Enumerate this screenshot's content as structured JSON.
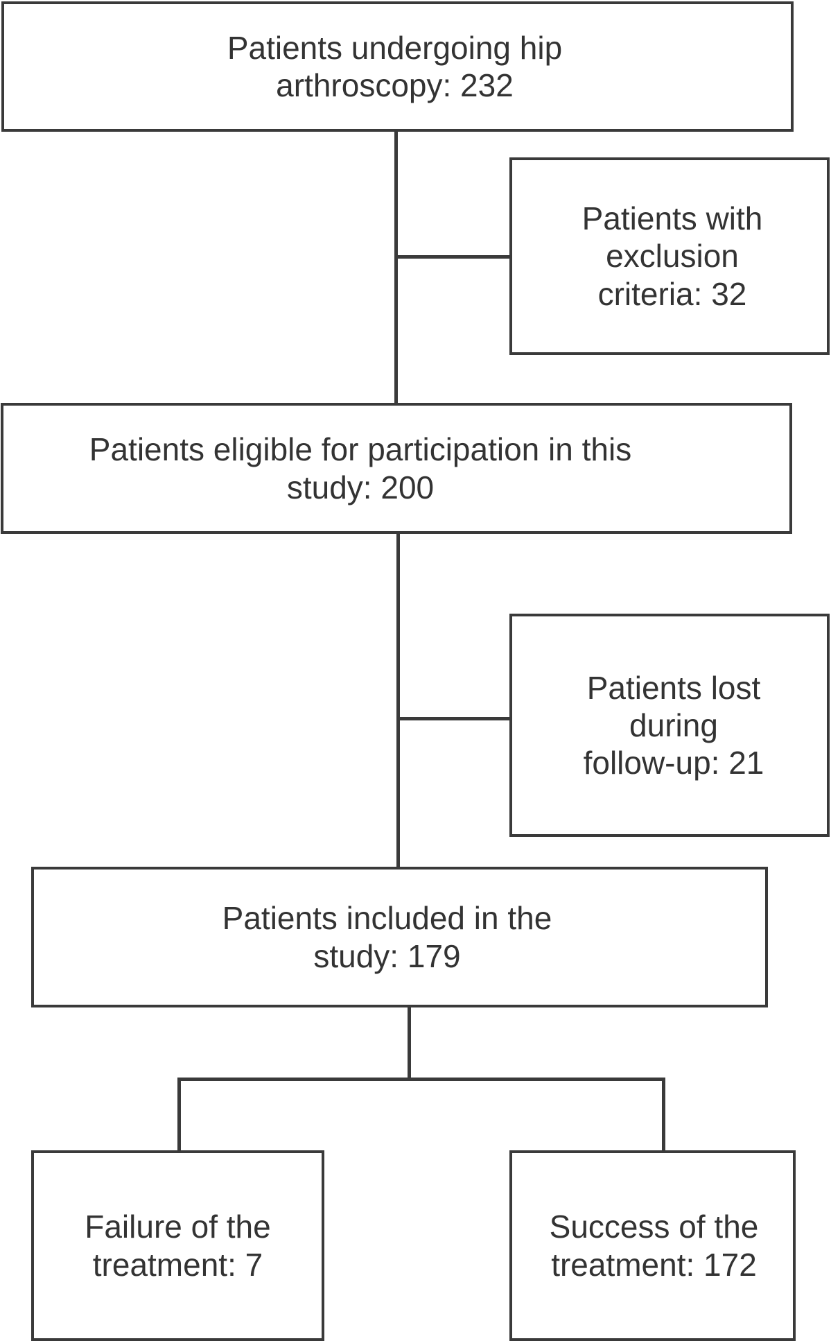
{
  "diagram": {
    "type": "study-flow-chart",
    "title": "",
    "line_color": "#3a3a3a",
    "text_color": "#333333",
    "background_color": "#ffffff",
    "nodes": [
      {
        "id": "screened",
        "label": "Patients undergoing hip\narthroscopy: 232",
        "count": 232
      },
      {
        "id": "excluded",
        "label": "Patients with\nexclusion\ncriteria: 32",
        "count": 32
      },
      {
        "id": "eligible",
        "label": "Patients eligible for participation in this\nstudy: 200",
        "count": 200
      },
      {
        "id": "lost",
        "label": "Patients lost\nduring\nfollow-up: 21",
        "count": 21
      },
      {
        "id": "included",
        "label": "Patients included in the\nstudy: 179",
        "count": 179
      },
      {
        "id": "failure",
        "label": "Failure of the\ntreatment: 7",
        "count": 7
      },
      {
        "id": "success",
        "label": "Success of the\ntreatment: 172",
        "count": 172
      }
    ],
    "edges": [
      {
        "from": "screened",
        "to": "eligible",
        "style": "vertical"
      },
      {
        "from": "screened",
        "to": "excluded",
        "style": "elbow-right"
      },
      {
        "from": "eligible",
        "to": "included",
        "style": "vertical"
      },
      {
        "from": "eligible",
        "to": "lost",
        "style": "elbow-right"
      },
      {
        "from": "included",
        "to": "failure",
        "style": "split-left"
      },
      {
        "from": "included",
        "to": "success",
        "style": "split-right"
      }
    ]
  }
}
